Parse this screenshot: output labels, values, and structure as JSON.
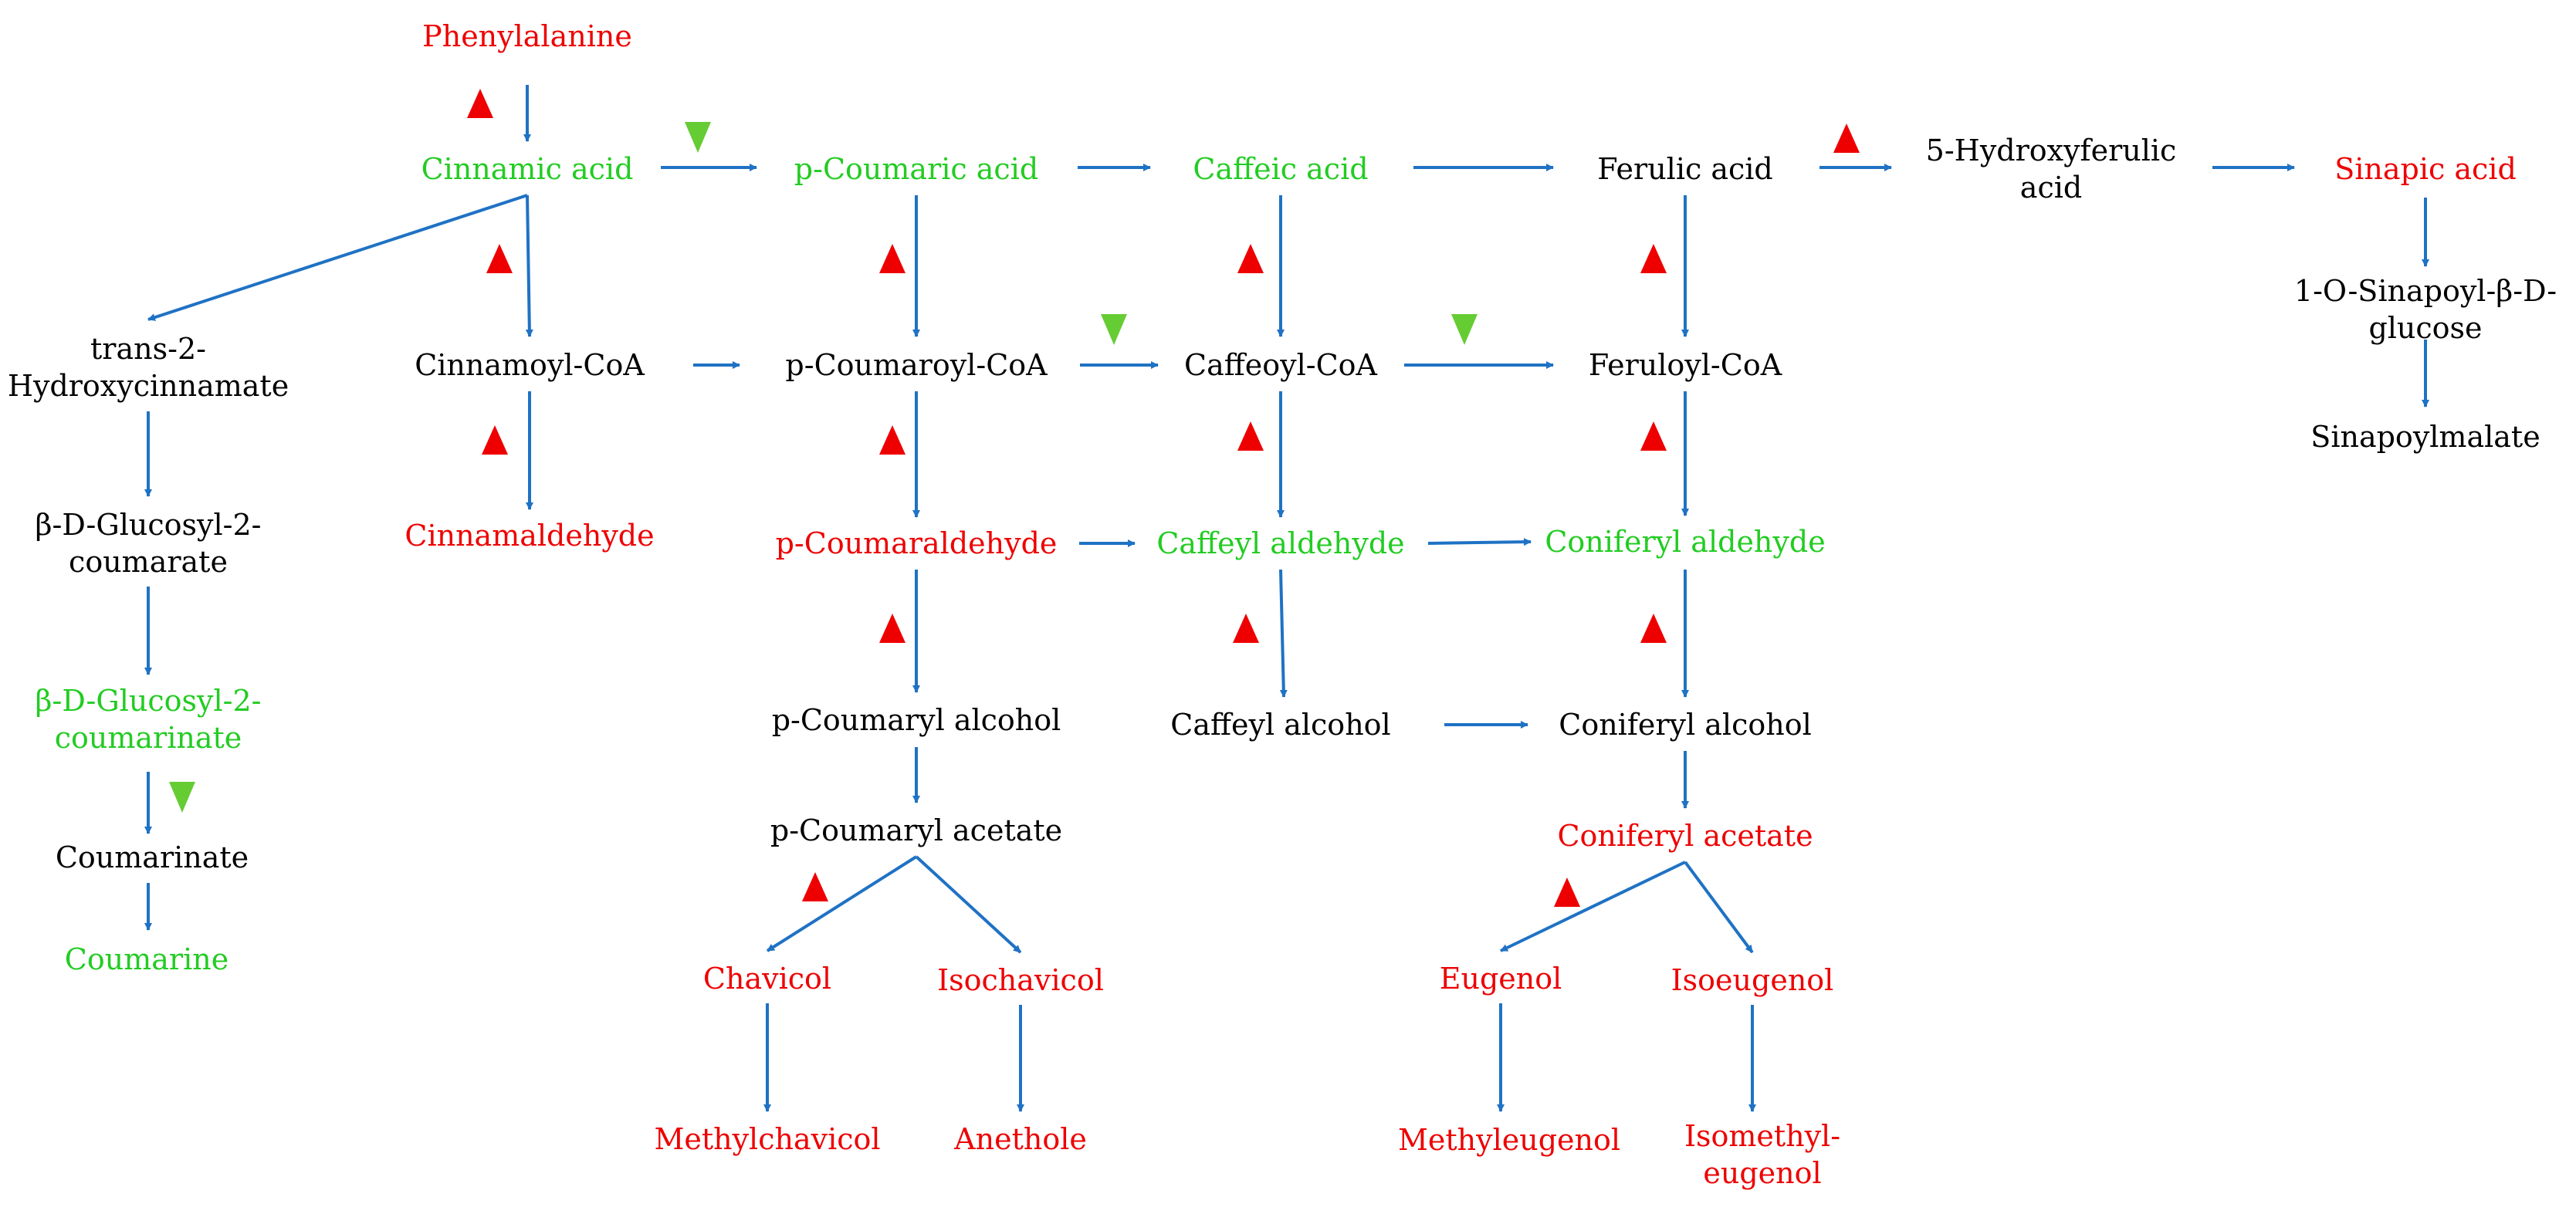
{
  "colors": {
    "arrow": "#1f72c4",
    "up": "#ee0000",
    "down": "#66cc33",
    "black": "#000000",
    "red": "#ee0000",
    "green": "#22cc22"
  },
  "nodes": [
    {
      "id": "phenylalanine",
      "lines": [
        "Phenylalanine"
      ],
      "color": "red"
    },
    {
      "id": "cinnamic-acid",
      "lines": [
        "Cinnamic acid"
      ],
      "color": "green"
    },
    {
      "id": "p-coumaric-acid",
      "lines": [
        "p-Coumaric acid"
      ],
      "color": "green"
    },
    {
      "id": "caffeic-acid",
      "lines": [
        "Caffeic acid"
      ],
      "color": "green"
    },
    {
      "id": "ferulic-acid",
      "lines": [
        "Ferulic acid"
      ],
      "color": "black"
    },
    {
      "id": "5-hydroxyferulic-acid",
      "lines": [
        "5-Hydroxyferulic",
        "acid"
      ],
      "color": "black"
    },
    {
      "id": "sinapic-acid",
      "lines": [
        "Sinapic acid"
      ],
      "color": "red"
    },
    {
      "id": "trans-2-hydroxycinnamate",
      "lines": [
        "trans-2-",
        "Hydroxycinnamate"
      ],
      "color": "black"
    },
    {
      "id": "cinnamoyl-coa",
      "lines": [
        "Cinnamoyl-CoA"
      ],
      "color": "black"
    },
    {
      "id": "p-coumaroyl-coa",
      "lines": [
        "p-Coumaroyl-CoA"
      ],
      "color": "black"
    },
    {
      "id": "caffeoyl-coa",
      "lines": [
        "Caffeoyl-CoA"
      ],
      "color": "black"
    },
    {
      "id": "feruloyl-coa",
      "lines": [
        "Feruloyl-CoA"
      ],
      "color": "black"
    },
    {
      "id": "1-o-sinapoyl-glucose",
      "lines": [
        "1-O-Sinapoyl-β-D-",
        "glucose"
      ],
      "color": "black"
    },
    {
      "id": "sinapoylmalate",
      "lines": [
        "Sinapoylmalate"
      ],
      "color": "black"
    },
    {
      "id": "glucosyl-2-coumarate",
      "lines": [
        "β-D-Glucosyl-2-",
        "coumarate"
      ],
      "color": "black"
    },
    {
      "id": "cinnamaldehyde",
      "lines": [
        "Cinnamaldehyde"
      ],
      "color": "red"
    },
    {
      "id": "p-coumaraldehyde",
      "lines": [
        "p-Coumaraldehyde"
      ],
      "color": "red"
    },
    {
      "id": "caffeyl-aldehyde",
      "lines": [
        "Caffeyl aldehyde"
      ],
      "color": "green"
    },
    {
      "id": "coniferyl-aldehyde",
      "lines": [
        "Coniferyl aldehyde"
      ],
      "color": "green"
    },
    {
      "id": "glucosyl-2-coumarinate",
      "lines": [
        "β-D-Glucosyl-2-",
        "coumarinate"
      ],
      "color": "green"
    },
    {
      "id": "p-coumaryl-alcohol",
      "lines": [
        "p-Coumaryl alcohol"
      ],
      "color": "black"
    },
    {
      "id": "caffeyl-alcohol",
      "lines": [
        "Caffeyl alcohol"
      ],
      "color": "black"
    },
    {
      "id": "coniferyl-alcohol",
      "lines": [
        "Coniferyl alcohol"
      ],
      "color": "black"
    },
    {
      "id": "coumarinate",
      "lines": [
        "Coumarinate"
      ],
      "color": "black"
    },
    {
      "id": "p-coumaryl-acetate",
      "lines": [
        "p-Coumaryl acetate"
      ],
      "color": "black"
    },
    {
      "id": "coniferyl-acetate",
      "lines": [
        "Coniferyl acetate"
      ],
      "color": "red"
    },
    {
      "id": "coumarine",
      "lines": [
        "Coumarine"
      ],
      "color": "green"
    },
    {
      "id": "chavicol",
      "lines": [
        "Chavicol"
      ],
      "color": "red"
    },
    {
      "id": "isochavicol",
      "lines": [
        "Isochavicol"
      ],
      "color": "red"
    },
    {
      "id": "eugenol",
      "lines": [
        "Eugenol"
      ],
      "color": "red"
    },
    {
      "id": "isoeugenol",
      "lines": [
        "Isoeugenol"
      ],
      "color": "red"
    },
    {
      "id": "methylchavicol",
      "lines": [
        "Methylchavicol"
      ],
      "color": "red"
    },
    {
      "id": "anethole",
      "lines": [
        "Anethole"
      ],
      "color": "red"
    },
    {
      "id": "methyleugenol",
      "lines": [
        "Methyleugenol"
      ],
      "color": "red"
    },
    {
      "id": "isomethyleugenol",
      "lines": [
        "Isomethyl-",
        "eugenol"
      ],
      "color": "red"
    }
  ],
  "edges": [
    {
      "from": "phenylalanine",
      "to": "cinnamic-acid",
      "mark": "up"
    },
    {
      "from": "cinnamic-acid",
      "to": "p-coumaric-acid",
      "mark": "down"
    },
    {
      "from": "p-coumaric-acid",
      "to": "caffeic-acid"
    },
    {
      "from": "caffeic-acid",
      "to": "ferulic-acid"
    },
    {
      "from": "ferulic-acid",
      "to": "5-hydroxyferulic-acid",
      "mark": "up"
    },
    {
      "from": "5-hydroxyferulic-acid",
      "to": "sinapic-acid"
    },
    {
      "from": "sinapic-acid",
      "to": "1-o-sinapoyl-glucose"
    },
    {
      "from": "1-o-sinapoyl-glucose",
      "to": "sinapoylmalate"
    },
    {
      "from": "cinnamic-acid",
      "to": "trans-2-hydroxycinnamate"
    },
    {
      "from": "cinnamic-acid",
      "to": "cinnamoyl-coa",
      "mark": "up"
    },
    {
      "from": "p-coumaric-acid",
      "to": "p-coumaroyl-coa",
      "mark": "up"
    },
    {
      "from": "caffeic-acid",
      "to": "caffeoyl-coa",
      "mark": "up"
    },
    {
      "from": "ferulic-acid",
      "to": "feruloyl-coa",
      "mark": "up"
    },
    {
      "from": "cinnamoyl-coa",
      "to": "p-coumaroyl-coa"
    },
    {
      "from": "p-coumaroyl-coa",
      "to": "caffeoyl-coa",
      "mark": "down"
    },
    {
      "from": "caffeoyl-coa",
      "to": "feruloyl-coa",
      "mark": "down"
    },
    {
      "from": "trans-2-hydroxycinnamate",
      "to": "glucosyl-2-coumarate"
    },
    {
      "from": "glucosyl-2-coumarate",
      "to": "glucosyl-2-coumarinate"
    },
    {
      "from": "glucosyl-2-coumarinate",
      "to": "coumarinate",
      "mark": "down"
    },
    {
      "from": "coumarinate",
      "to": "coumarine"
    },
    {
      "from": "cinnamoyl-coa",
      "to": "cinnamaldehyde",
      "mark": "up"
    },
    {
      "from": "p-coumaroyl-coa",
      "to": "p-coumaraldehyde",
      "mark": "up"
    },
    {
      "from": "caffeoyl-coa",
      "to": "caffeyl-aldehyde",
      "mark": "up"
    },
    {
      "from": "feruloyl-coa",
      "to": "coniferyl-aldehyde",
      "mark": "up"
    },
    {
      "from": "p-coumaraldehyde",
      "to": "caffeyl-aldehyde"
    },
    {
      "from": "caffeyl-aldehyde",
      "to": "coniferyl-aldehyde"
    },
    {
      "from": "p-coumaraldehyde",
      "to": "p-coumaryl-alcohol",
      "mark": "up"
    },
    {
      "from": "caffeyl-aldehyde",
      "to": "caffeyl-alcohol",
      "mark": "up"
    },
    {
      "from": "coniferyl-aldehyde",
      "to": "coniferyl-alcohol",
      "mark": "up"
    },
    {
      "from": "caffeyl-alcohol",
      "to": "coniferyl-alcohol"
    },
    {
      "from": "p-coumaryl-alcohol",
      "to": "p-coumaryl-acetate"
    },
    {
      "from": "coniferyl-alcohol",
      "to": "coniferyl-acetate"
    },
    {
      "from": "p-coumaryl-acetate",
      "to": "chavicol",
      "mark": "up"
    },
    {
      "from": "p-coumaryl-acetate",
      "to": "isochavicol"
    },
    {
      "from": "coniferyl-acetate",
      "to": "eugenol",
      "mark": "up"
    },
    {
      "from": "coniferyl-acetate",
      "to": "isoeugenol"
    },
    {
      "from": "chavicol",
      "to": "methylchavicol"
    },
    {
      "from": "isochavicol",
      "to": "anethole"
    },
    {
      "from": "eugenol",
      "to": "methyleugenol"
    },
    {
      "from": "isoeugenol",
      "to": "isomethyleugenol"
    }
  ]
}
